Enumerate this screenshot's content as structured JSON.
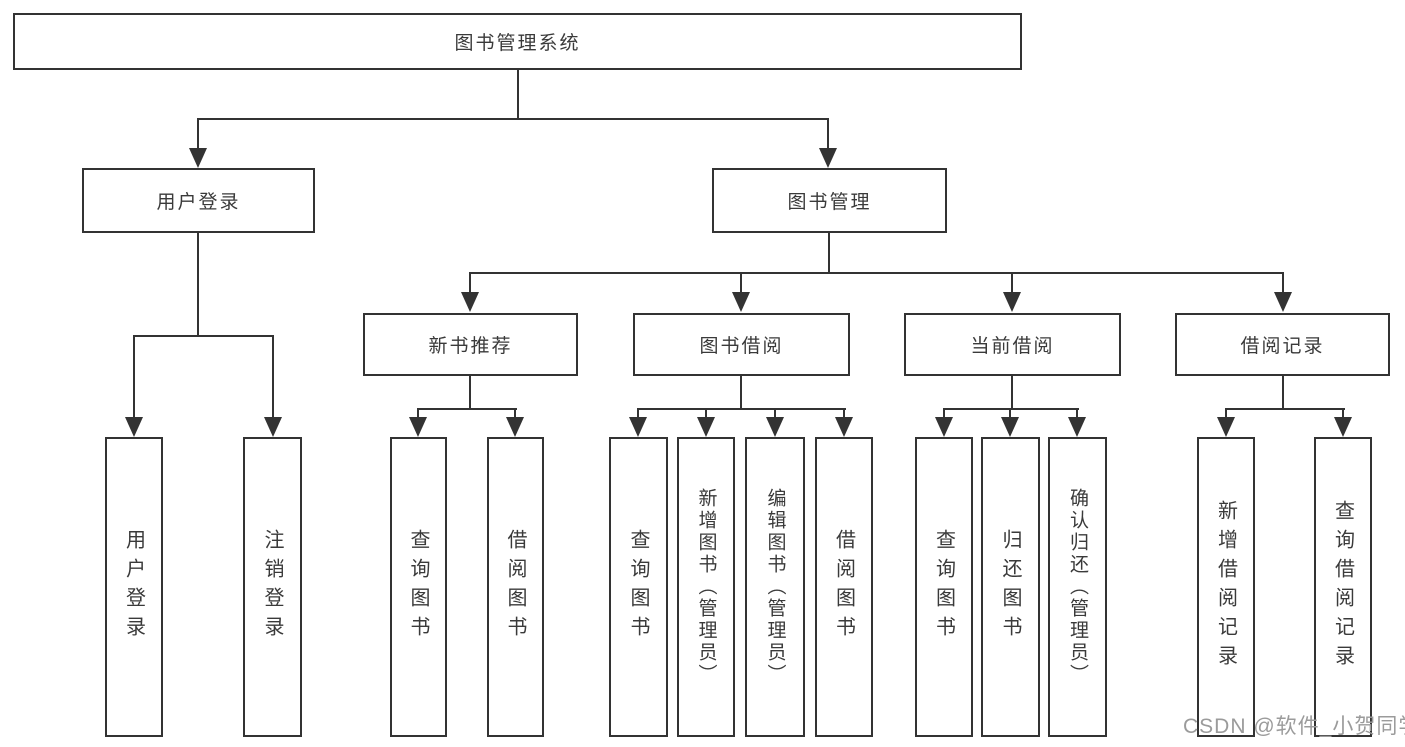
{
  "diagram": {
    "root": "图书管理系统",
    "level2": {
      "user_login": "用户登录",
      "book_mgmt": "图书管理"
    },
    "level3": {
      "new_rec": "新书推荐",
      "borrow": "图书借阅",
      "current": "当前借阅",
      "records": "借阅记录"
    },
    "leaves": {
      "user_login_1": "用户登录",
      "user_login_2": "注销登录",
      "new_rec_1": "查询图书",
      "new_rec_2": "借阅图书",
      "borrow_1": "查询图书",
      "borrow_2": "新增图书（管理员）",
      "borrow_3": "编辑图书（管理员）",
      "borrow_4": "借阅图书",
      "current_1": "查询图书",
      "current_2": "归还图书",
      "current_3": "确认归还（管理员）",
      "records_1": "新增借阅记录",
      "records_2": "查询借阅记录"
    }
  },
  "watermark": {
    "text": "CSDN @软件_小贺同学",
    "color": "#9b9b9b"
  },
  "colors": {
    "line": "#333333",
    "box_border": "#333333",
    "text": "#3a3a3a",
    "background": "#ffffff"
  }
}
